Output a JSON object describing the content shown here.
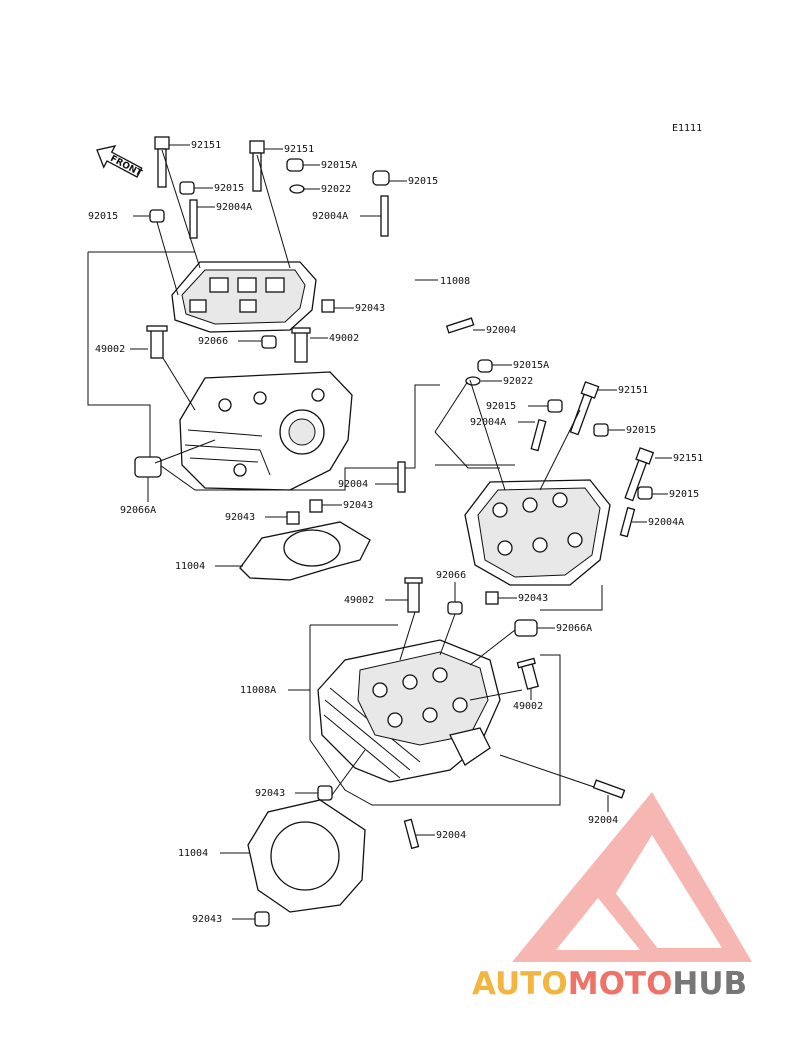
{
  "diagram_code": "E1111",
  "front_label": "FRONT",
  "logo": {
    "part1": "AUTO",
    "part2": "MOTO",
    "part3": "HUB"
  },
  "labels": {
    "l01": "92151",
    "l02": "92151",
    "l03": "92015A",
    "l04": "92015",
    "l05": "92022",
    "l06": "92015",
    "l07": "92004A",
    "l08": "92015",
    "l09": "92004A",
    "l10": "11008",
    "l11": "92043",
    "l12": "92004",
    "l13": "49002",
    "l14": "92066",
    "l15": "49002",
    "l16": "92015A",
    "l17": "92022",
    "l18": "92151",
    "l19": "92015",
    "l20": "92004A",
    "l21": "92015",
    "l22": "92151",
    "l23": "92004",
    "l24": "92015",
    "l25": "92066A",
    "l26": "92043",
    "l27": "92004A",
    "l28": "92043",
    "l29": "11004",
    "l30": "49002",
    "l31": "92066",
    "l32": "92043",
    "l33": "92066A",
    "l34": "11008A",
    "l35": "49002",
    "l36": "92043",
    "l37": "92004",
    "l38": "92004",
    "l39": "11004",
    "l40": "92043"
  }
}
